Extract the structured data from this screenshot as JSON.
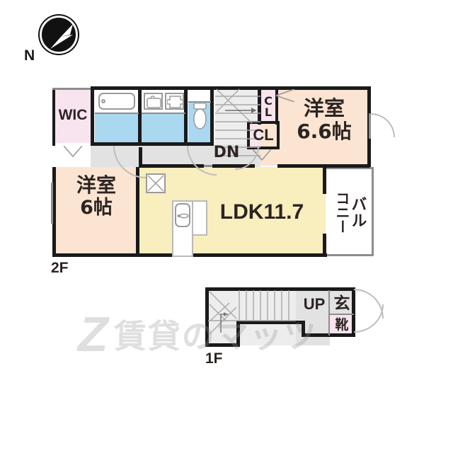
{
  "compass": {
    "label": "N",
    "icon": "compass-north-icon"
  },
  "floors": [
    {
      "id": "second-floor",
      "level_label": "2F",
      "rooms": [
        {
          "key": "wic",
          "label": "WIC",
          "kind": "walk-in-closet"
        },
        {
          "key": "bath",
          "label": "",
          "kind": "bathroom"
        },
        {
          "key": "washroom",
          "label": "",
          "kind": "washroom"
        },
        {
          "key": "toilet",
          "label": "",
          "kind": "toilet"
        },
        {
          "key": "stairs",
          "label": "DN",
          "kind": "staircase-down"
        },
        {
          "key": "cl_small",
          "label": "CL",
          "kind": "closet"
        },
        {
          "key": "cl_main",
          "label": "CL",
          "kind": "closet"
        },
        {
          "key": "bed_66",
          "label": "洋室",
          "size": "6.6帖",
          "kind": "western-room"
        },
        {
          "key": "bed_6",
          "label": "洋室",
          "size": "6帖",
          "kind": "western-room"
        },
        {
          "key": "ldk",
          "label": "LDK11.7",
          "kind": "living-dining-kitchen"
        },
        {
          "key": "balcony",
          "label_col_right": "バル",
          "label_col_left": "コニー",
          "kind": "balcony"
        }
      ]
    },
    {
      "id": "first-floor",
      "level_label": "1F",
      "rooms": [
        {
          "key": "stairs_up",
          "label": "UP",
          "kind": "staircase-up"
        },
        {
          "key": "entrance",
          "label": "玄",
          "kind": "entrance-hall"
        },
        {
          "key": "shoebox",
          "label": "靴",
          "kind": "shoe-cabinet"
        }
      ]
    }
  ],
  "watermark": {
    "mark": "Z",
    "text": "賃貸のマッツ"
  },
  "colors": {
    "wall": "#1a1a1a",
    "room_peach": "#fbe4d2",
    "room_cream": "#f8eebe",
    "closet_pink": "#f7e4ee",
    "wet_blue": "#a9d8f0",
    "corridor_grey": "#e2e2e2"
  }
}
